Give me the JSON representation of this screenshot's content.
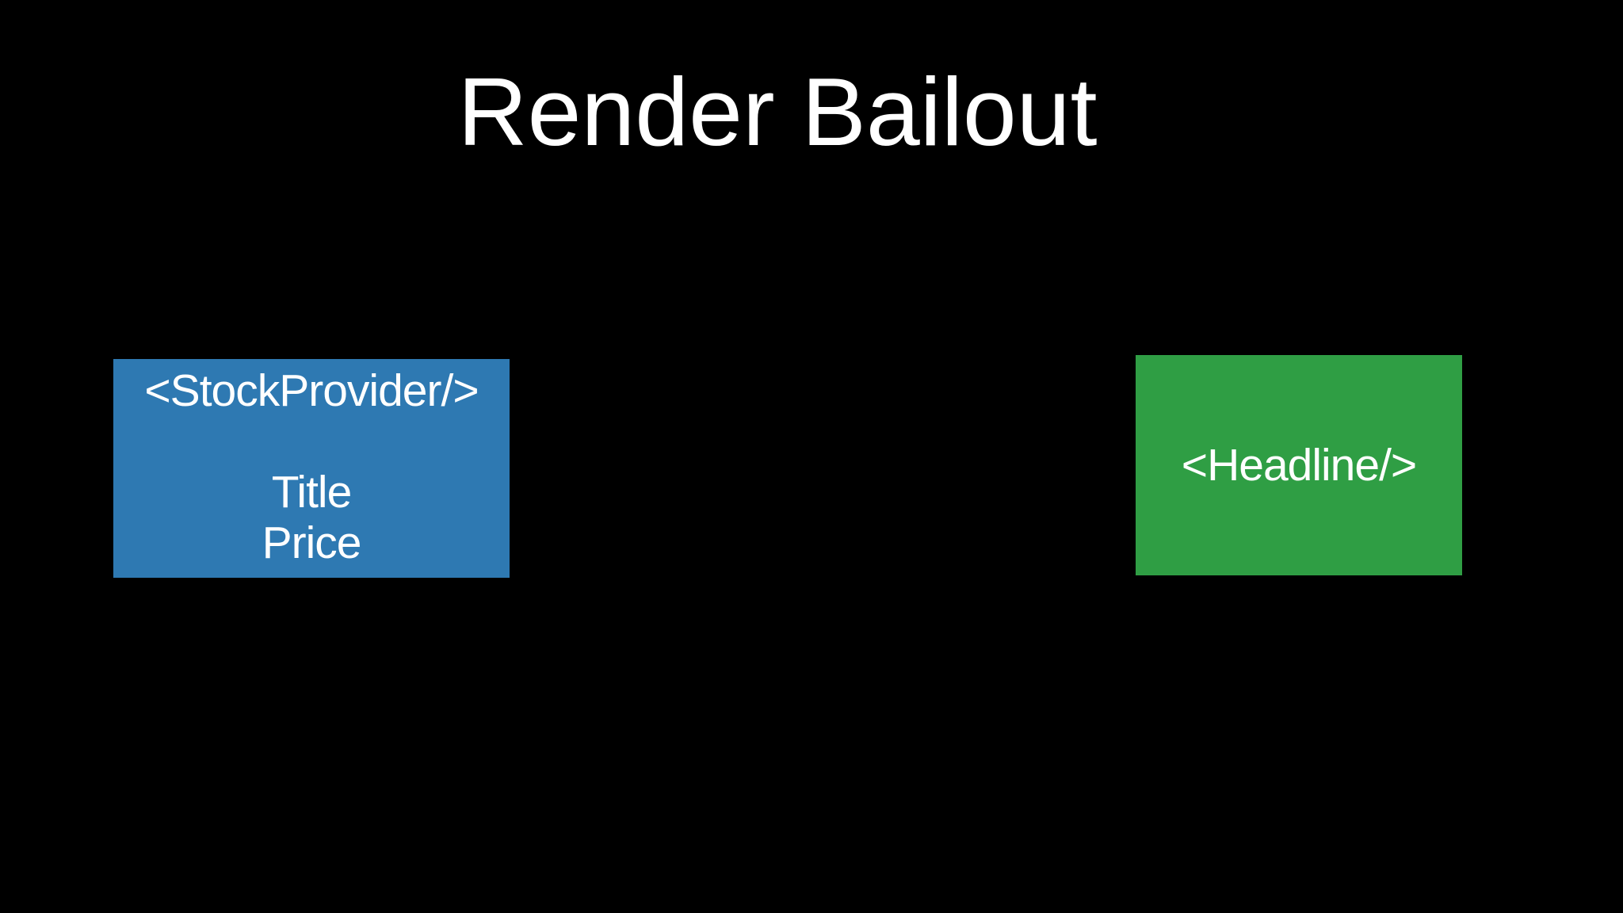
{
  "slide": {
    "title": "Render Bailout",
    "colors": {
      "background": "#000000",
      "title_text": "#ffffff",
      "stock_provider_box": "#2e79b2",
      "headline_box": "#2f9e44",
      "box_text": "#ffffff"
    }
  },
  "stock_provider": {
    "tag": "<StockProvider/>",
    "children": [
      "Title",
      "Price"
    ]
  },
  "headline": {
    "tag": "<Headline/>"
  }
}
